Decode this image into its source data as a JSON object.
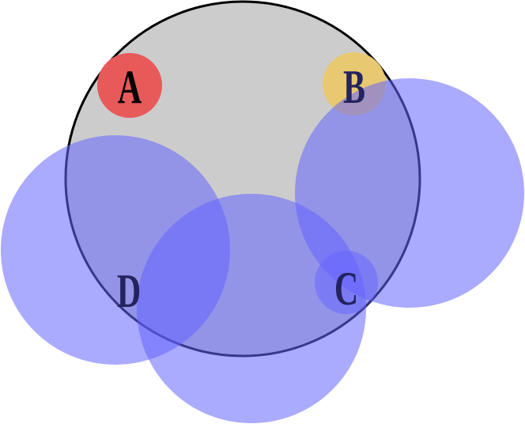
{
  "labels": {
    "a": "A",
    "b": "B",
    "c": "C",
    "d": "D"
  },
  "colors": {
    "main_circle": "#cccccc",
    "a_marker": "#e85a5a",
    "b_marker": "#e8c870",
    "c_marker": "#6464ff",
    "blue_overlay": "#6464ff"
  }
}
